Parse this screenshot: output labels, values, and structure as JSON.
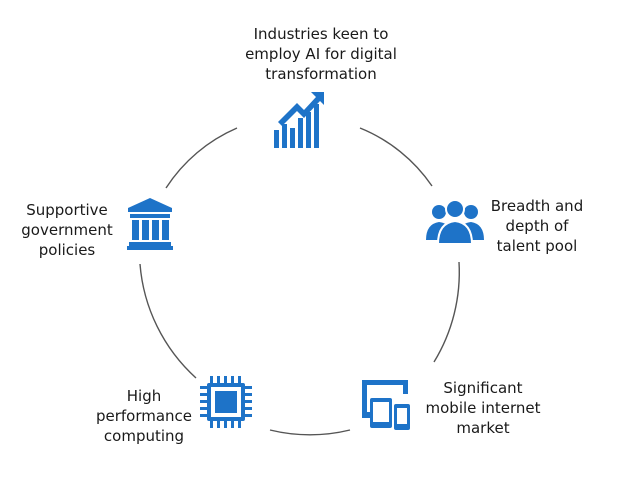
{
  "nodes": [
    {
      "id": "industries",
      "lines": [
        "Industries keen to",
        "employ AI for digital",
        "transformation"
      ],
      "icon": "growth-chart-icon"
    },
    {
      "id": "talent",
      "lines": [
        "Breadth and",
        "depth of",
        "talent pool"
      ],
      "icon": "people-group-icon"
    },
    {
      "id": "mobile",
      "lines": [
        "Significant",
        "mobile internet",
        "market"
      ],
      "icon": "mobile-devices-icon"
    },
    {
      "id": "computing",
      "lines": [
        "High",
        "performance",
        "computing"
      ],
      "icon": "cpu-chip-icon"
    },
    {
      "id": "government",
      "lines": [
        "Supportive",
        "government",
        "policies"
      ],
      "icon": "government-building-icon"
    }
  ],
  "colors": {
    "icon": "#1e73c8",
    "ring": "#555555",
    "text": "#1a1a1a"
  }
}
